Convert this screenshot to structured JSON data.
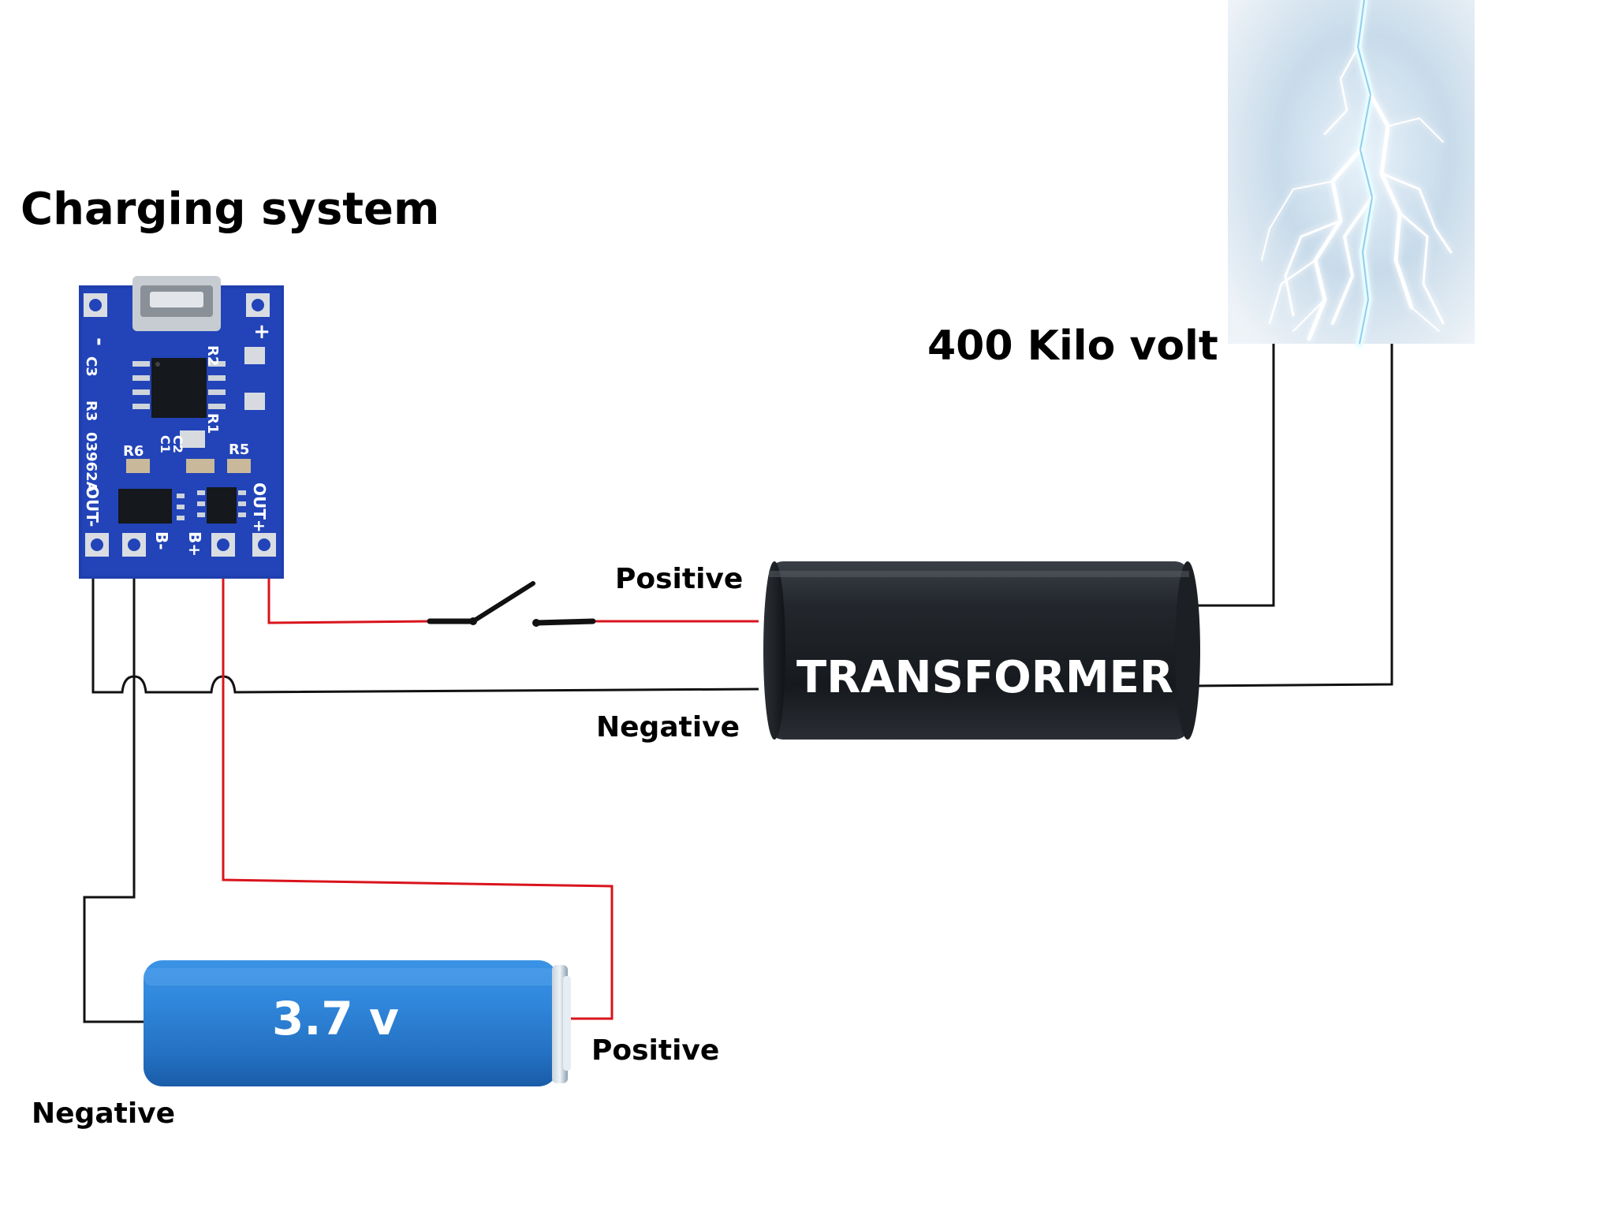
{
  "labels": {
    "charging_system": "Charging system",
    "output_voltage": "400 Kilo volt",
    "transformer": "TRANSFORMER",
    "battery_voltage": "3.7 v",
    "transformer_positive": "Positive",
    "transformer_negative": "Negative",
    "battery_positive": "Positive",
    "battery_negative": "Negative"
  },
  "pcb": {
    "chip_code": "03962A",
    "pin_out_minus": "OUT-",
    "pin_b_minus": "B-",
    "pin_b_plus": "B+",
    "pin_out_plus": "OUT+",
    "in_minus": "-",
    "in_plus": "+",
    "c1": "C1",
    "c2": "C2",
    "c3": "C3",
    "r1": "R1",
    "r2": "R2",
    "r3": "R3",
    "r5": "R5",
    "r6": "R6"
  },
  "colors": {
    "wire_positive": "#d9141c",
    "wire_negative": "#111111",
    "pcb_blue": "#1f3fae",
    "battery_blue": "#2d7fd6",
    "transformer_body": "#1b1e23",
    "lightning_bg": "#c9d8e8"
  },
  "icons": {
    "switch": "open-switch-icon",
    "lightning": "lightning-icon",
    "pcb": "charging-module-icon",
    "battery": "battery-cell-icon",
    "transformer": "transformer-coil-icon"
  }
}
